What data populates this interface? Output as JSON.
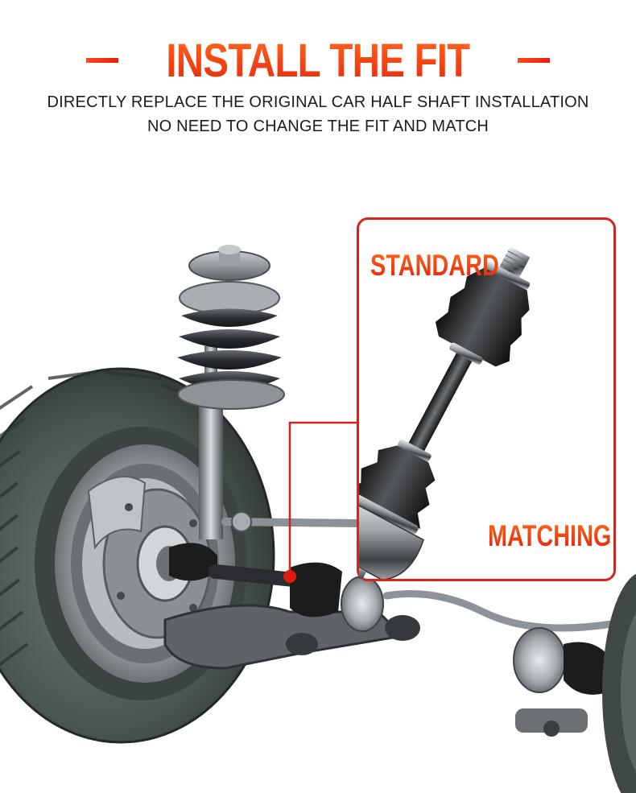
{
  "header": {
    "title": "INSTALL THE FIT",
    "subtitle_line1": "DIRECTLY REPLACE THE ORIGINAL CAR HALF SHAFT INSTALLATION",
    "subtitle_line2": "NO NEED TO CHANGE THE FIT AND MATCH"
  },
  "callout": {
    "label_top": "STANDARD",
    "label_bottom": "MATCHING"
  },
  "colors": {
    "accent": "#e8250c",
    "accent_light": "#ff6a1e",
    "callout_border": "#d6241a",
    "tire": "#4d5852",
    "metal": "#9aa0a6",
    "rubber_boot": "#1a1a1a"
  }
}
